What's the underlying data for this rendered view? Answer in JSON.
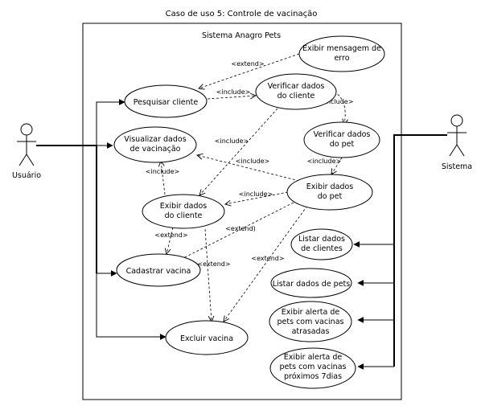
{
  "diagram": {
    "title": "Caso de uso 5: Controle de vacinação",
    "system_name": "Sistema Anagro Pets",
    "actors": {
      "user": "Usuário",
      "system": "Sistema"
    },
    "use_cases": {
      "msg_erro": [
        "Exibir mensagem de",
        "erro"
      ],
      "pesquisar": [
        "Pesquisar cliente"
      ],
      "verificar_cliente": [
        "Verificar dados",
        "do cliente"
      ],
      "visualizar_vac": [
        "Visualizar dados",
        "de vacinação"
      ],
      "verificar_pet": [
        "Verificar dados",
        "do pet"
      ],
      "exibir_pet": [
        "Exibir dados",
        "do pet"
      ],
      "exibir_cliente": [
        "Exibir dados",
        "do cliente"
      ],
      "listar_clientes": [
        "Listar dados",
        "de clientes"
      ],
      "cadastrar": [
        "Cadastrar vacina"
      ],
      "listar_pets": [
        "Listar dados de pets"
      ],
      "alerta_atrasadas": [
        "Exibir alerta de",
        "pets com vacinas",
        "atrasadas"
      ],
      "excluir": [
        "Excluir vacina"
      ],
      "alerta_proximos": [
        "Exibir alerta de",
        "pets com vacinas",
        "próximos 7dias"
      ]
    },
    "relations": {
      "extend": "<extend>",
      "extend_paren": "<extend)",
      "include": "<include>",
      "include_paren": "(include>"
    }
  }
}
